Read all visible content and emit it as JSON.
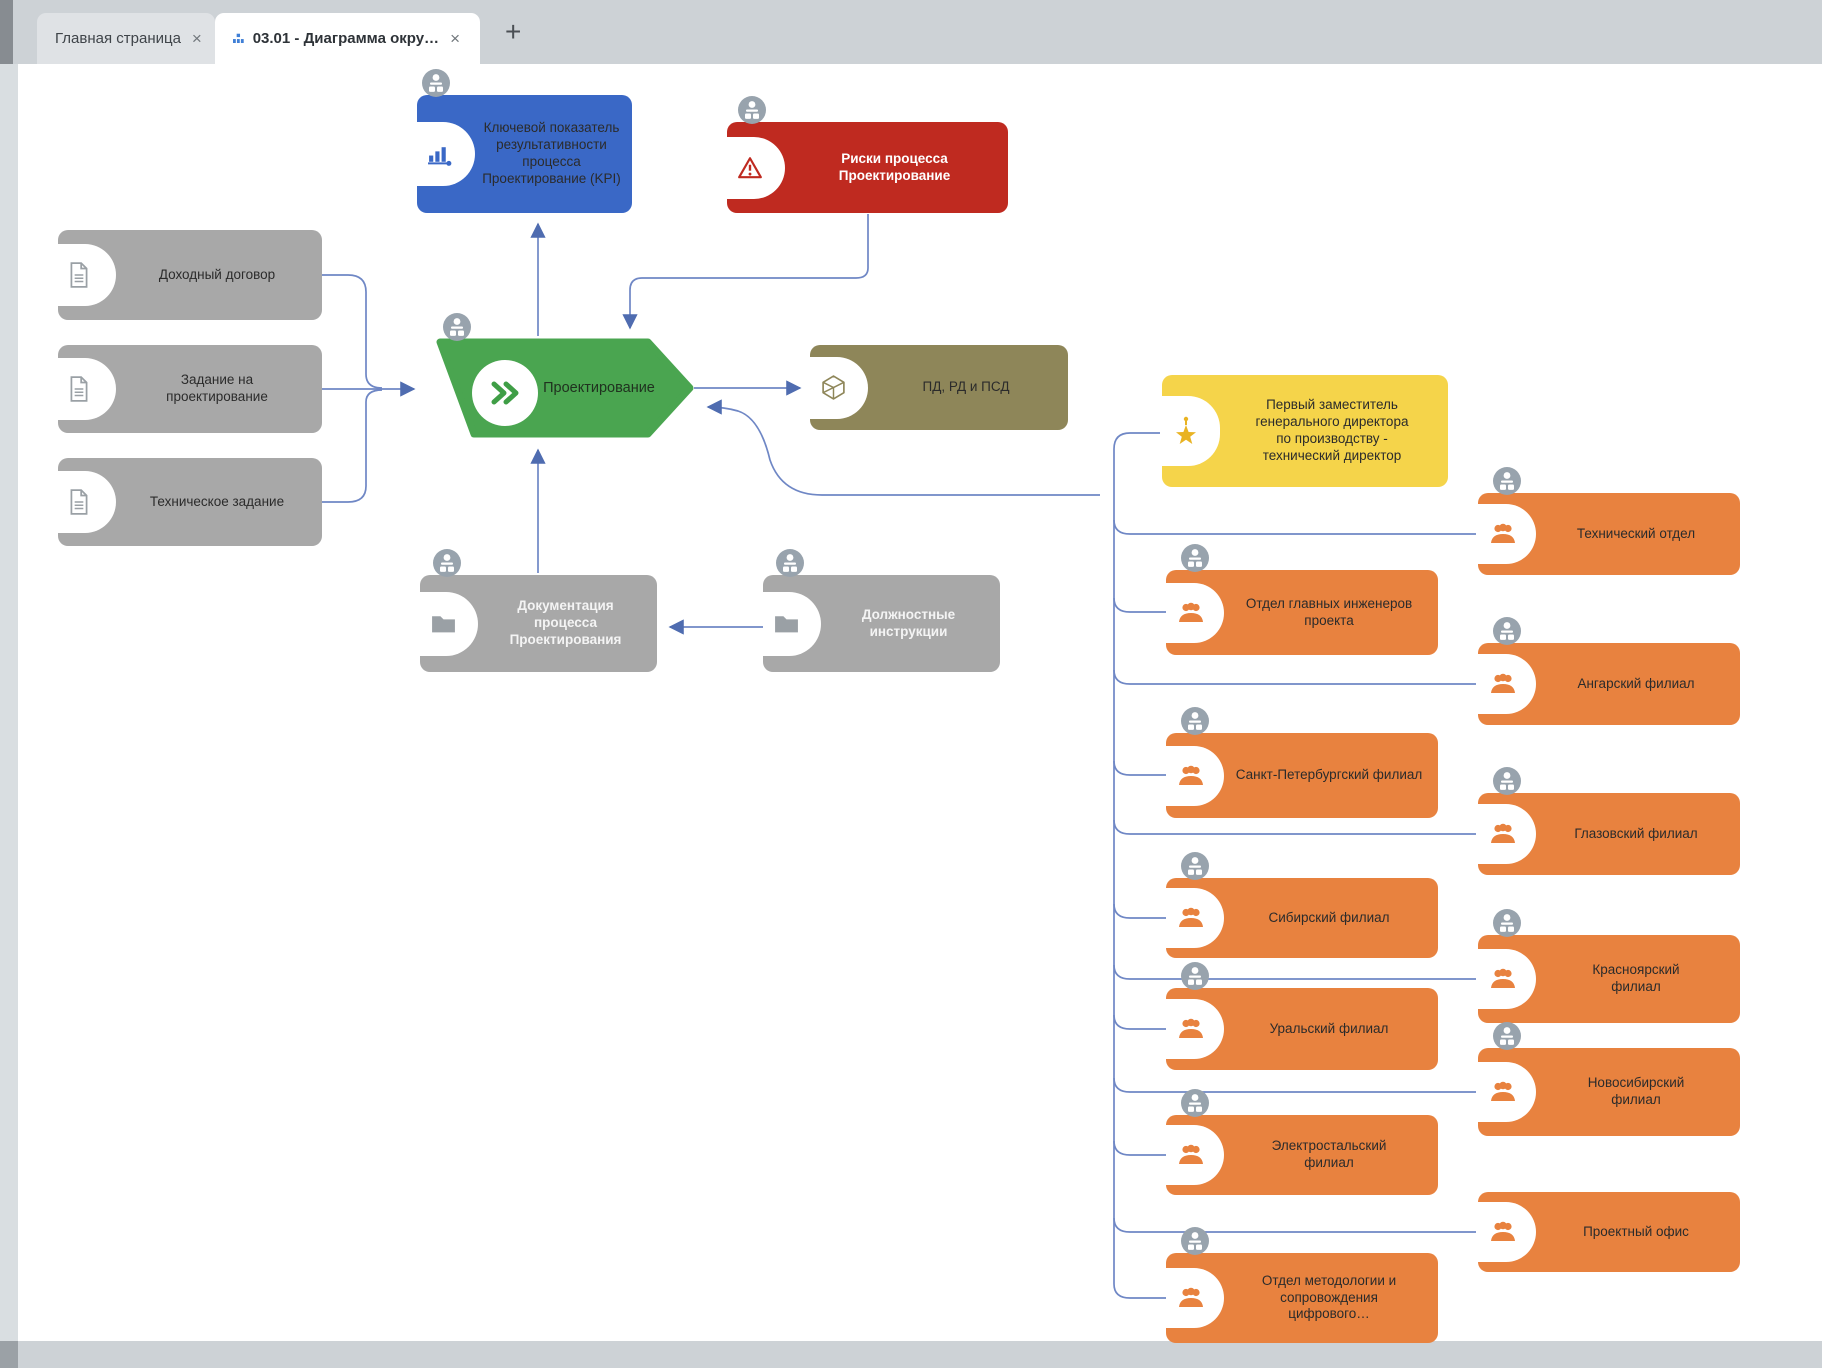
{
  "tab_bar": {
    "tabs": [
      {
        "label": "Главная страница",
        "close": "×",
        "active": false
      },
      {
        "label": "03.01 - Диаграмма окру…",
        "close": "×",
        "active": true
      }
    ],
    "new_tab_label": "+"
  },
  "colors": {
    "kpi_blue": "#3a68c6",
    "risk_red": "#bf2a20",
    "process_green": "#4aa550",
    "output_olive": "#8e8659",
    "owner_yellow": "#f5d44a",
    "department_orange": "#e8823f",
    "document_gray": "#a8a8a8",
    "connector_blue": "#6f87c5",
    "badge_gray": "#98a3ad"
  },
  "diagram": {
    "inputs": [
      {
        "label": "Доходный договор",
        "icon": "document-icon"
      },
      {
        "label": "Задание на проектирование",
        "icon": "document-icon"
      },
      {
        "label": "Техническое задание",
        "icon": "document-icon"
      }
    ],
    "kpi": {
      "label": "Ключевой показатель результативности процесса Проектирование (KPI)",
      "icon": "bar-chart-icon"
    },
    "risk": {
      "label": "Риски процесса Проектирование",
      "icon": "warning-icon"
    },
    "process": {
      "label": "Проектирование",
      "icon": "double-chevron-icon"
    },
    "output": {
      "label": "ПД, РД и ПСД",
      "icon": "cube-icon"
    },
    "documentation": {
      "label": "Документация процесса Проектирования",
      "icon": "folder-icon"
    },
    "instructions": {
      "label": "Должностные инструкции",
      "icon": "folder-icon"
    },
    "owner": {
      "label": "Первый заместитель генерального директора по производству - технический директор",
      "icon": "star-icon"
    },
    "departments_left": [
      {
        "label": "Отдел главных инженеров проекта"
      },
      {
        "label": "Санкт-Петербургский филиал"
      },
      {
        "label": "Сибирский филиал"
      },
      {
        "label": "Уральский филиал"
      },
      {
        "label": "Электростальский филиал"
      },
      {
        "label": "Отдел методологии и сопровождения цифрового…"
      }
    ],
    "departments_right": [
      {
        "label": "Технический отдел"
      },
      {
        "label": "Ангарский филиал"
      },
      {
        "label": "Глазовский филиал"
      },
      {
        "label": "Красноярский филиал"
      },
      {
        "label": "Новосибирский филиал"
      },
      {
        "label": "Проектный офис"
      }
    ]
  }
}
